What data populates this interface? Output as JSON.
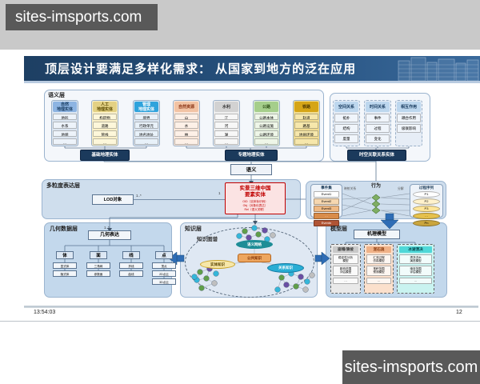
{
  "watermark": {
    "text": "sites-imsports.com"
  },
  "title": "顶层设计要满足多样化需求：  从国家到地方的泛在应用",
  "footer": {
    "time": "13:54:03",
    "page": "12"
  },
  "colors": {
    "title_bar": "#27527f",
    "accent_blue": "#2f6db5",
    "watermark_bg": "#595959",
    "core_red": "#c00000"
  },
  "semantic_layer": {
    "label": "语义层",
    "columns": [
      {
        "header": "自然\n地理实体",
        "items": [
          "地形",
          "水系",
          "地貌",
          "…"
        ]
      },
      {
        "header": "人工\n地理实体",
        "items": [
          "构筑物",
          "道路",
          "管线",
          "…"
        ]
      },
      {
        "header": "管理\n地理实体",
        "items": [
          "境界",
          "行政单元",
          "地名地址",
          "…"
        ]
      },
      {
        "header": "自然资源",
        "items": [
          "山",
          "水",
          "林",
          "…"
        ]
      },
      {
        "header": "水利",
        "items": [
          "江",
          "河",
          "湖",
          "…"
        ]
      },
      {
        "header": "公路",
        "items": [
          "公路本体",
          "公路设施",
          "公路环境",
          "…"
        ]
      },
      {
        "header": "铁路",
        "items": [
          "轨道",
          "路基",
          "地质环境",
          "…"
        ]
      },
      {
        "header": "空间关系",
        "items": [
          "拓扑",
          "结构",
          "度量"
        ]
      },
      {
        "header": "时间关系",
        "items": [
          "事件",
          "过程",
          "变化"
        ]
      },
      {
        "header": "相互作用",
        "items": [
          "耦合作用",
          "级联影响"
        ]
      }
    ],
    "base_entity": "基础地理实体",
    "thematic_entity": "专题地理实体",
    "relation_entity": "时空关联关系实体",
    "semantic_box": "语义"
  },
  "granularity_layer": {
    "label": "多粒度表达层",
    "lod_box": "LOD对象",
    "multiplicity_lod": "1..*",
    "multiplicity_one": "1",
    "core": {
      "title": "实景三维中国\n要素实体",
      "sub": "OID（实体标识码）\nObj（对象化表达）\nRel（语义关联）"
    },
    "behavior": {
      "panel_title": "行为",
      "event_set": "事件集",
      "process_seq": "过程序列",
      "map_label": "映射关系",
      "decompose_label": "分解",
      "events": [
        "Event1",
        "Event2",
        "Event3",
        "…",
        "Eventn"
      ],
      "processes": [
        "P1",
        "P2",
        "P3",
        "…",
        "Pn"
      ]
    }
  },
  "geometry_layer": {
    "label": "几何数据层",
    "multiplicity": "1..*",
    "root": "几何表达",
    "branches": [
      {
        "name": "体",
        "children": [
          "显式体",
          "隐式体"
        ]
      },
      {
        "name": "面",
        "children": [
          "三角网",
          "参数面"
        ]
      },
      {
        "name": "线",
        "children": [
          "折线",
          "曲线"
        ]
      },
      {
        "name": "点",
        "children": [
          "顶点",
          "2D点云",
          "3D点云"
        ]
      }
    ]
  },
  "knowledge_layer": {
    "label": "知识层",
    "graph_label": "知识图谱",
    "top_node": "语义网络",
    "center_node": "公共知识",
    "left_node": "实体知识",
    "right_node": "关系知识"
  },
  "model_layer": {
    "label": "模型层",
    "root": "机理模型",
    "columns": [
      {
        "header": "崩塌/滑坡",
        "items": [
          "稳定性分析\n模型",
          "影响范围\n评估模型",
          "…"
        ]
      },
      {
        "header": "泥石流",
        "items": [
          "汇流过程\n仿真模型",
          "堆积范围\n预测模型",
          "…"
        ]
      },
      {
        "header": "冰湖溃决",
        "items": [
          "溃决洪水\n演进模型",
          "淹没范围\n评估模型",
          "…"
        ]
      }
    ]
  }
}
